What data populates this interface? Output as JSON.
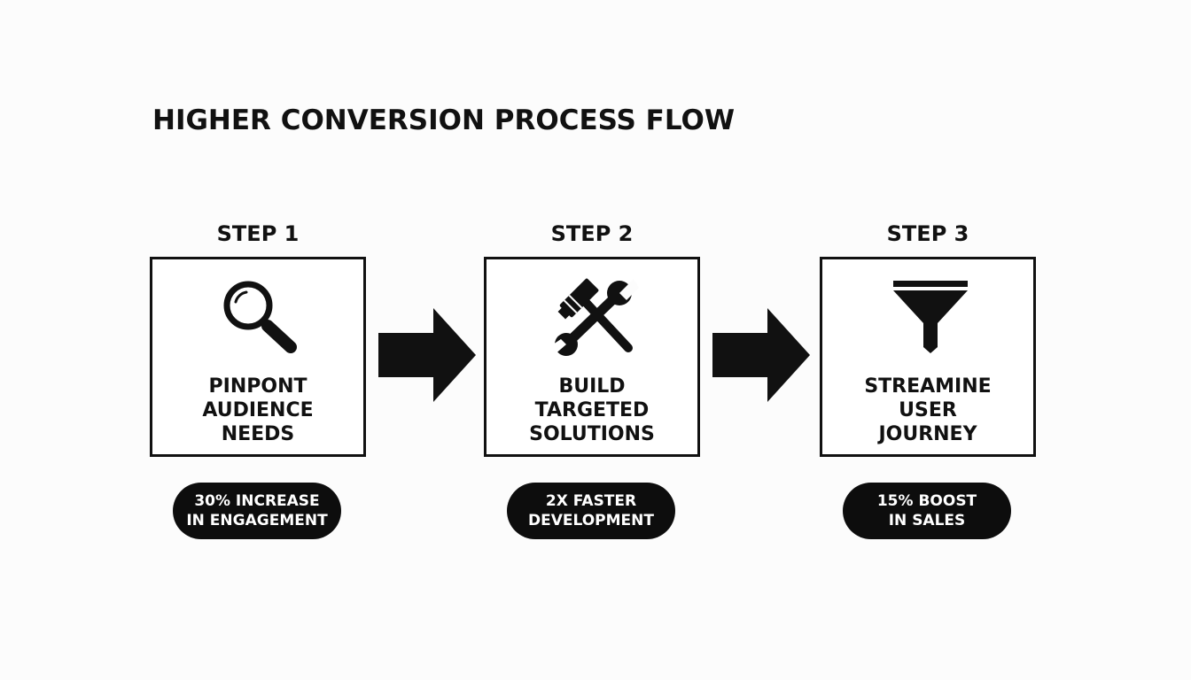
{
  "title": "HIGHER CONVERSION PROCESS FLOW",
  "steps": [
    {
      "label": "STEP 1",
      "icon": "magnifying-glass-icon",
      "text": "PINPONT\nAUDIENCE\nNEEDS",
      "badge": "30% INCREASE\nIN ENGAGEMENT"
    },
    {
      "label": "STEP 2",
      "icon": "hammer-wrench-icon",
      "text": "BUILD\nTARGETED\nSOLUTIONS",
      "badge": "2X FASTER\nDEVELOPMENT"
    },
    {
      "label": "STEP 3",
      "icon": "funnel-icon",
      "text": "STREAMINE\nUSER\nJOURNEY",
      "badge": "15% BOOST\nIN SALES"
    }
  ],
  "colors": {
    "foreground": "#111111",
    "badge_background": "#0d0d0d",
    "badge_text": "#ffffff",
    "background": "#fcfcfc"
  }
}
